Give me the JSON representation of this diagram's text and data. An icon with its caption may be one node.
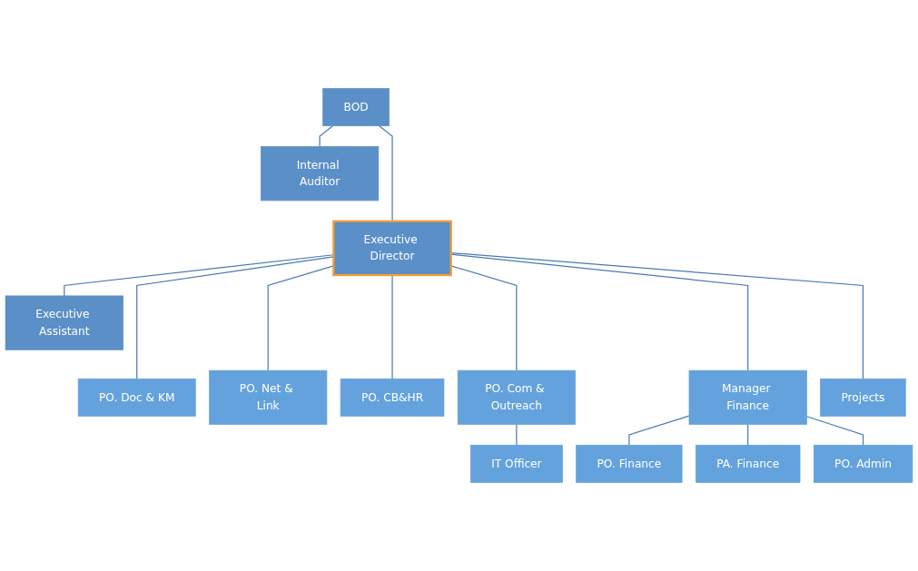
{
  "diagram": {
    "nodes": [
      {
        "text": [
          "BOD"
        ]
      },
      {
        "text": [
          "Internal Auditor"
        ]
      },
      {
        "text": [
          "Executive Director"
        ]
      },
      {
        "text": [
          "Executive Assistant"
        ]
      },
      {
        "text": [
          "PO. Doc & KM"
        ]
      },
      {
        "text": [
          "PO. Net & Link"
        ]
      },
      {
        "text": [
          "PO. CB&HR"
        ]
      },
      {
        "text": [
          "PO. Com & Outreach"
        ]
      },
      {
        "text": [
          "Manager Finance"
        ]
      },
      {
        "text": [
          "Projects"
        ]
      },
      {
        "text": [
          "IT Officer"
        ]
      },
      {
        "text": [
          "PO. Finance"
        ]
      },
      {
        "text": [
          "PA. Finance"
        ]
      },
      {
        "text": [
          "PO. Admin"
        ]
      }
    ],
    "edges": [
      {
        "from": 0,
        "to": 2,
        "arrow": "none"
      },
      {
        "from": 0,
        "to": 1,
        "arrow": "none"
      },
      {
        "from": 2,
        "to": 3,
        "arrow": "none"
      },
      {
        "from": 2,
        "to": 4,
        "arrow": "none"
      },
      {
        "from": 2,
        "to": 5,
        "arrow": "none"
      },
      {
        "from": 2,
        "to": 6,
        "arrow": "none"
      },
      {
        "from": 2,
        "to": 7,
        "arrow": "none"
      },
      {
        "from": 2,
        "to": 8,
        "arrow": "none"
      },
      {
        "from": 2,
        "to": 9,
        "arrow": "none"
      },
      {
        "from": 7,
        "to": 10,
        "arrow": "none"
      },
      {
        "from": 8,
        "to": 11,
        "arrow": "none"
      },
      {
        "from": 8,
        "to": 12,
        "arrow": "none"
      },
      {
        "from": 8,
        "to": 13,
        "arrow": "none"
      }
    ]
  }
}
